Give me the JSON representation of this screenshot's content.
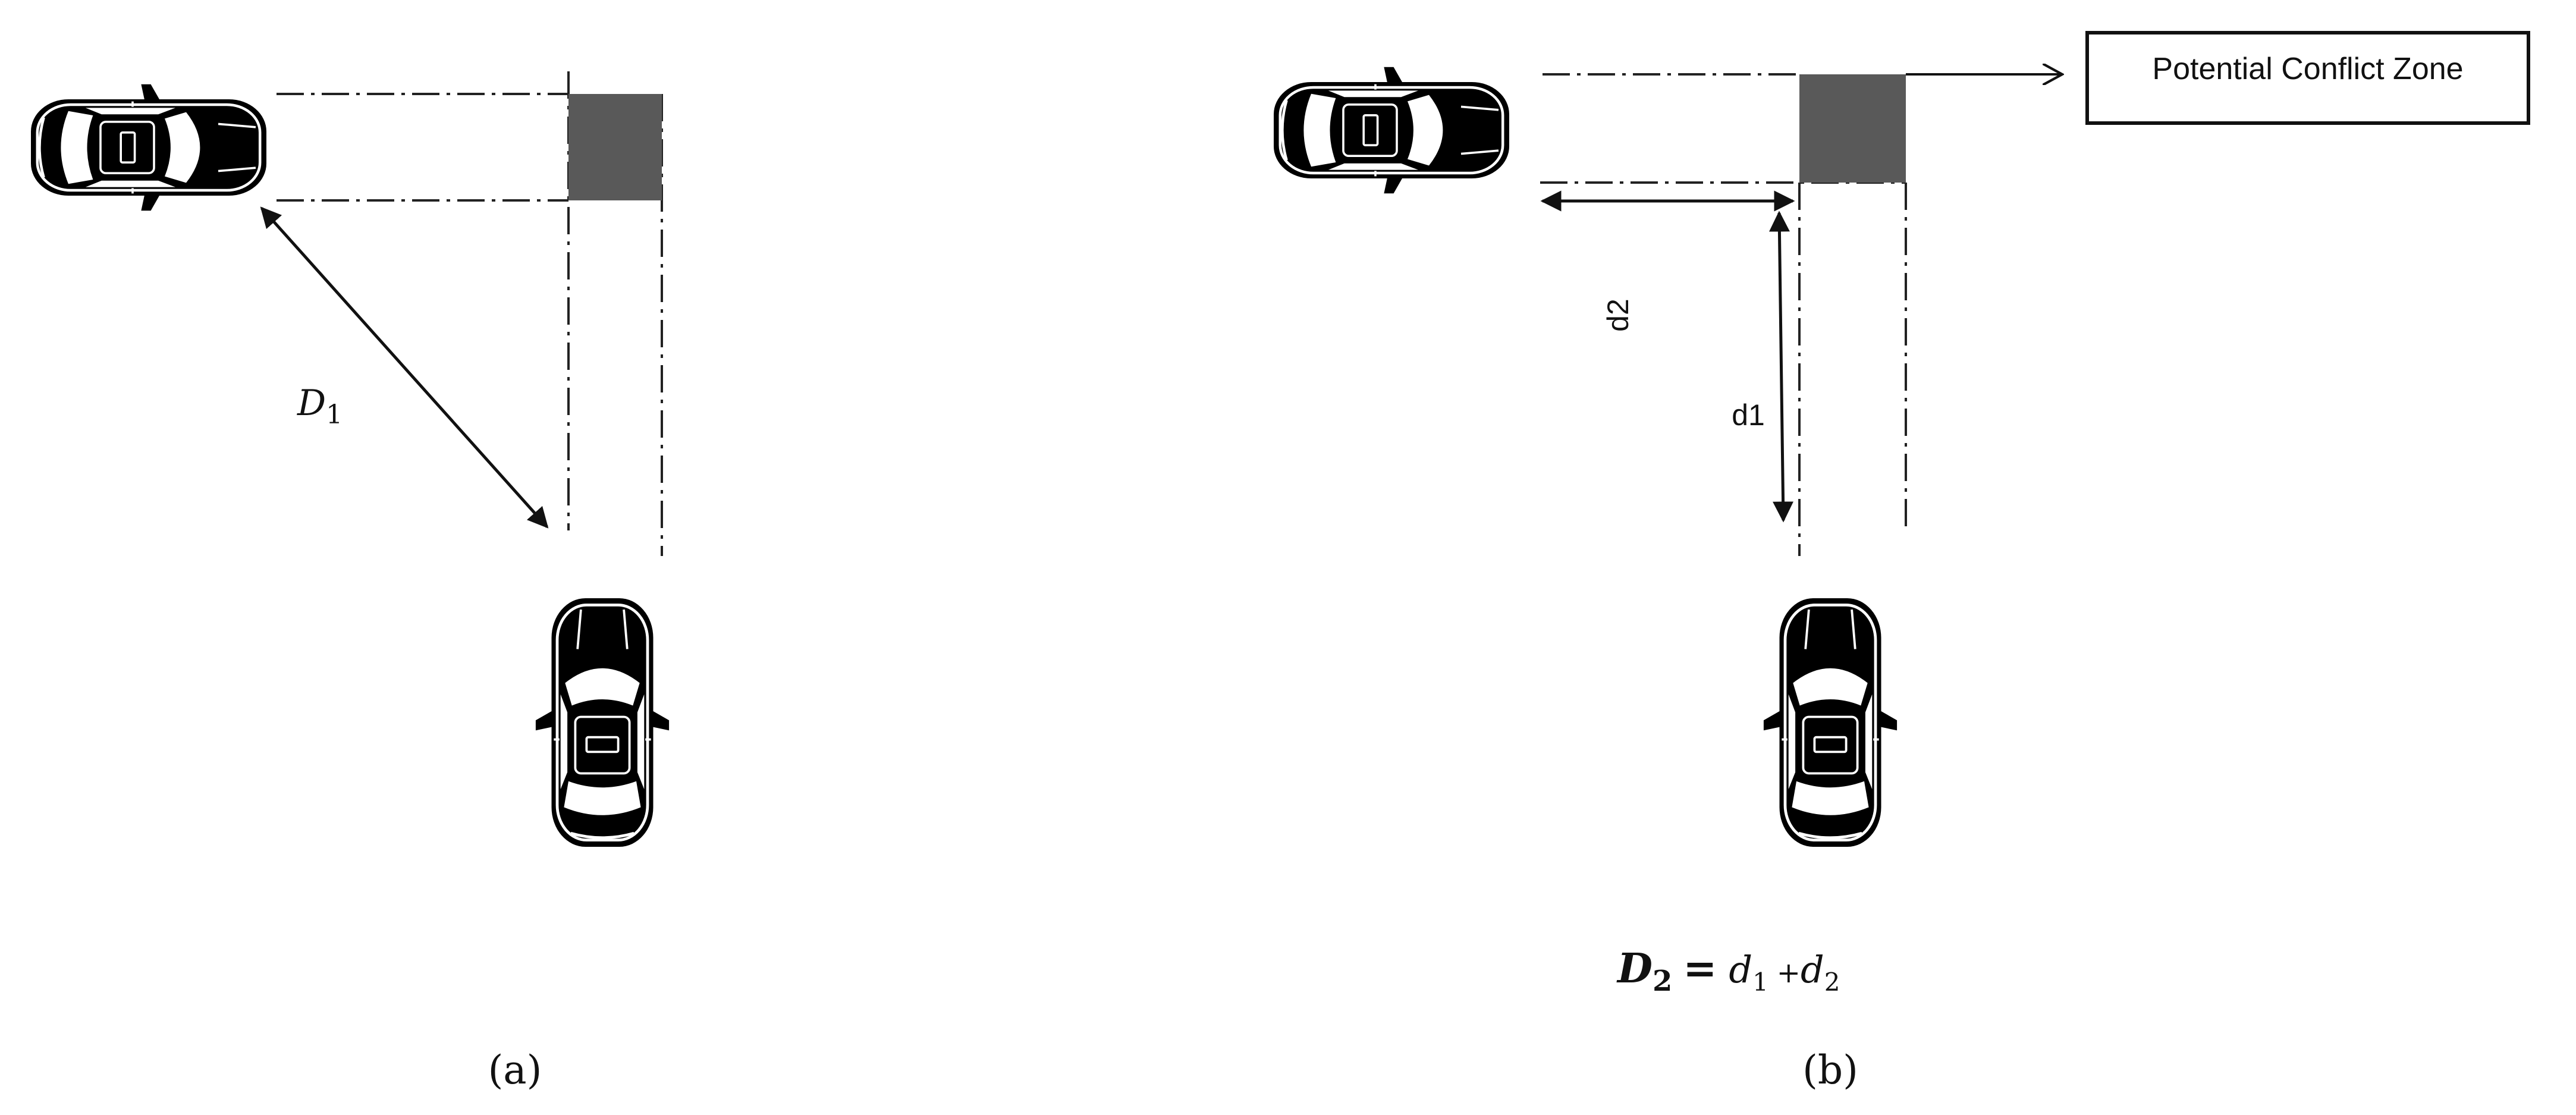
{
  "panel_a": {
    "caption": "(a)",
    "distance_label": "D",
    "distance_subscript": "1"
  },
  "panel_b": {
    "caption": "(b)",
    "callout": "Potential Conflict Zone",
    "d1_label": "d1",
    "d2_label": "d2",
    "formula": {
      "lhs": "D",
      "lhs_sub": "2",
      "eq": "=",
      "t1": "d",
      "t1_sub": "1",
      "plus": "+",
      "t2": "d",
      "t2_sub": "2"
    }
  },
  "colors": {
    "conflict_zone": "#595959",
    "car_body": "#000000",
    "line": "#111111"
  }
}
